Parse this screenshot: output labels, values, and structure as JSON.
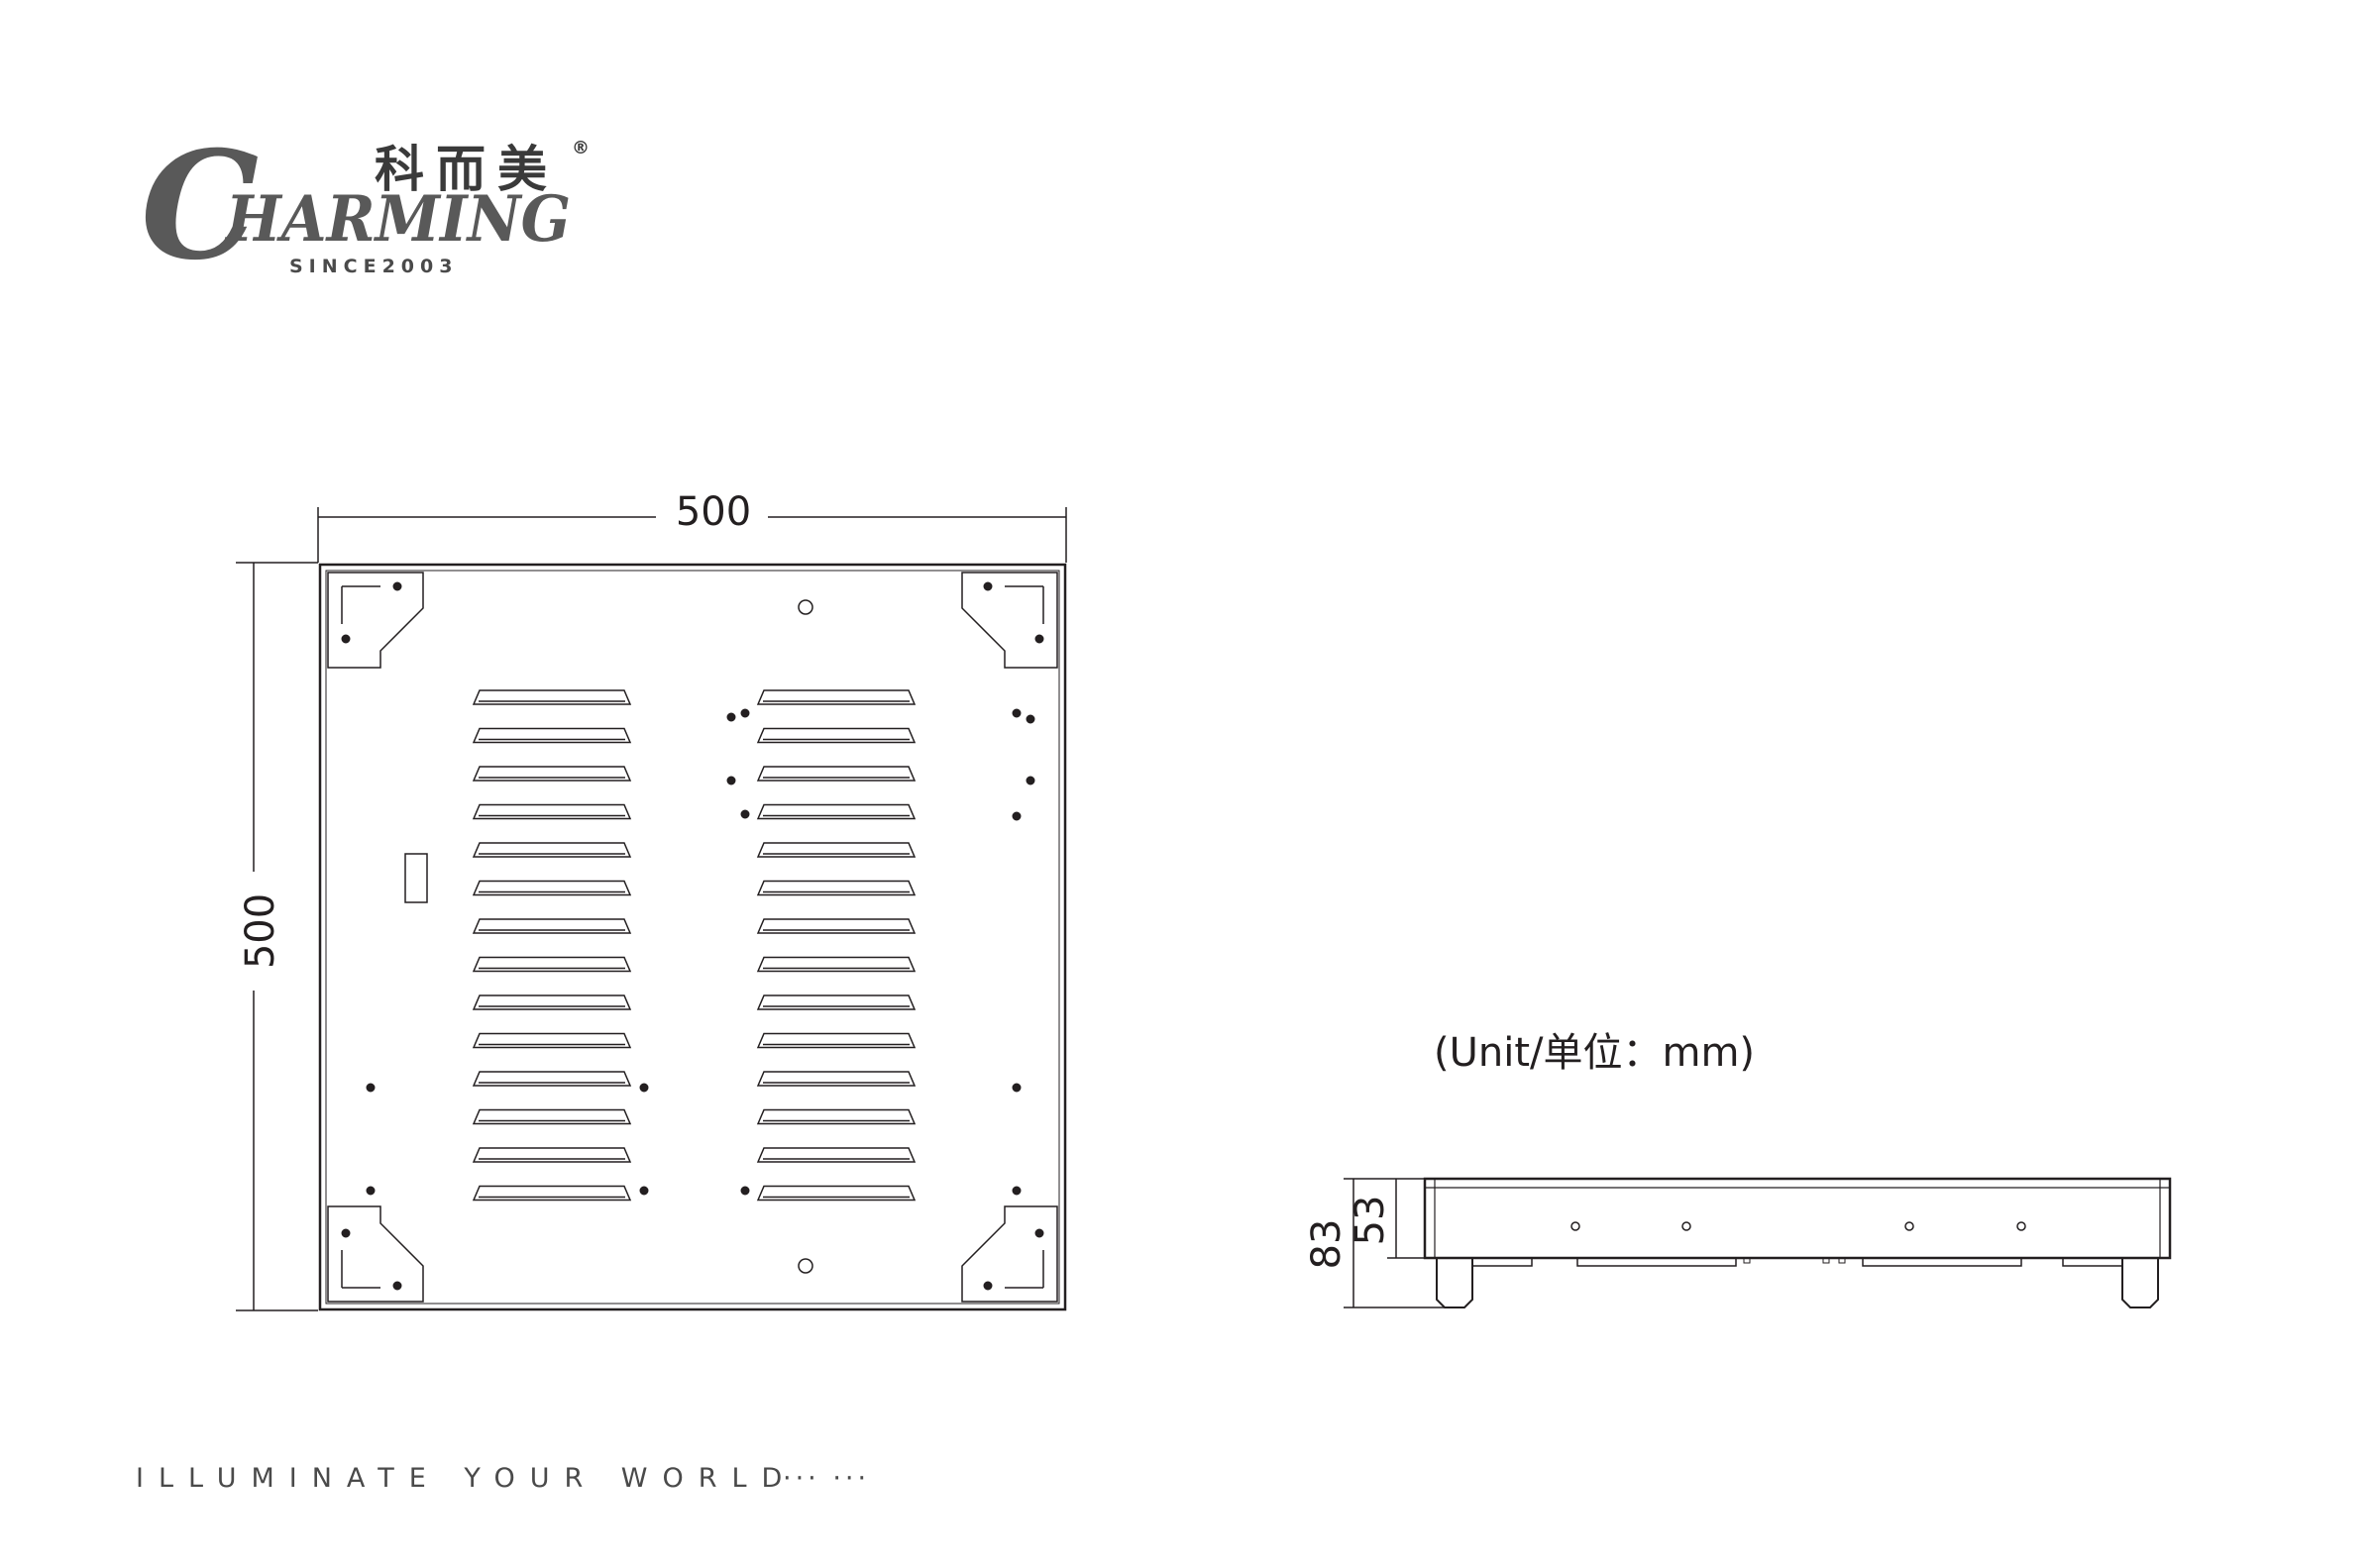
{
  "brand": {
    "chinese_name": "科而美",
    "registered_mark": "®",
    "initial": "C",
    "name_rest": "HARMING",
    "since": "SINCE2003",
    "logo_color": "#595959"
  },
  "drawing": {
    "top_view": {
      "width_label": "500",
      "height_label": "500"
    },
    "unit_note": "(Unit/单位：mm)",
    "side_view": {
      "total_height_label": "83",
      "body_height_label": "53"
    },
    "line_color": "#231f20"
  },
  "footer": {
    "tagline": "ILLUMINATE YOUR WORLD",
    "dots": "··· ···"
  }
}
